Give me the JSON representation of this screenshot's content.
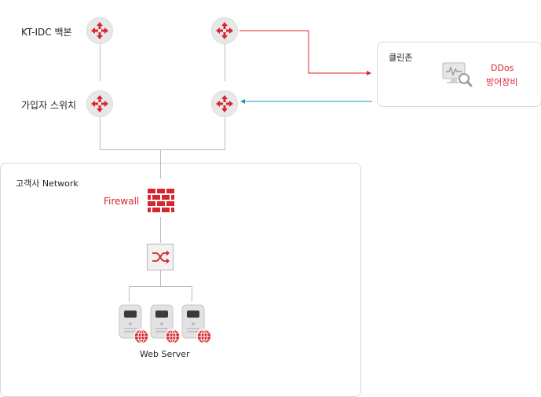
{
  "labels": {
    "backbone": "KT-IDC 백본",
    "subscriber_switch": "가입자 스위치",
    "clean_zone": "클린존",
    "ddos_line1": "DDos",
    "ddos_line2": "방어장비",
    "customer_network": "고객사 Network",
    "firewall": "Firewall",
    "web_server": "Web Server"
  },
  "colors": {
    "accent_red": "#d7262e",
    "arrow_blue": "#1a9bb5",
    "icon_gray": "#e6e6e6",
    "line_gray": "#bcbcbc",
    "border_gray": "#d9d9d9"
  },
  "icons": {
    "router": "router-icon",
    "monitor": "monitor-search-icon",
    "firewall": "firewall-brick-icon",
    "switch": "switch-shuffle-icon",
    "server": "server-icon",
    "globe": "globe-icon"
  }
}
